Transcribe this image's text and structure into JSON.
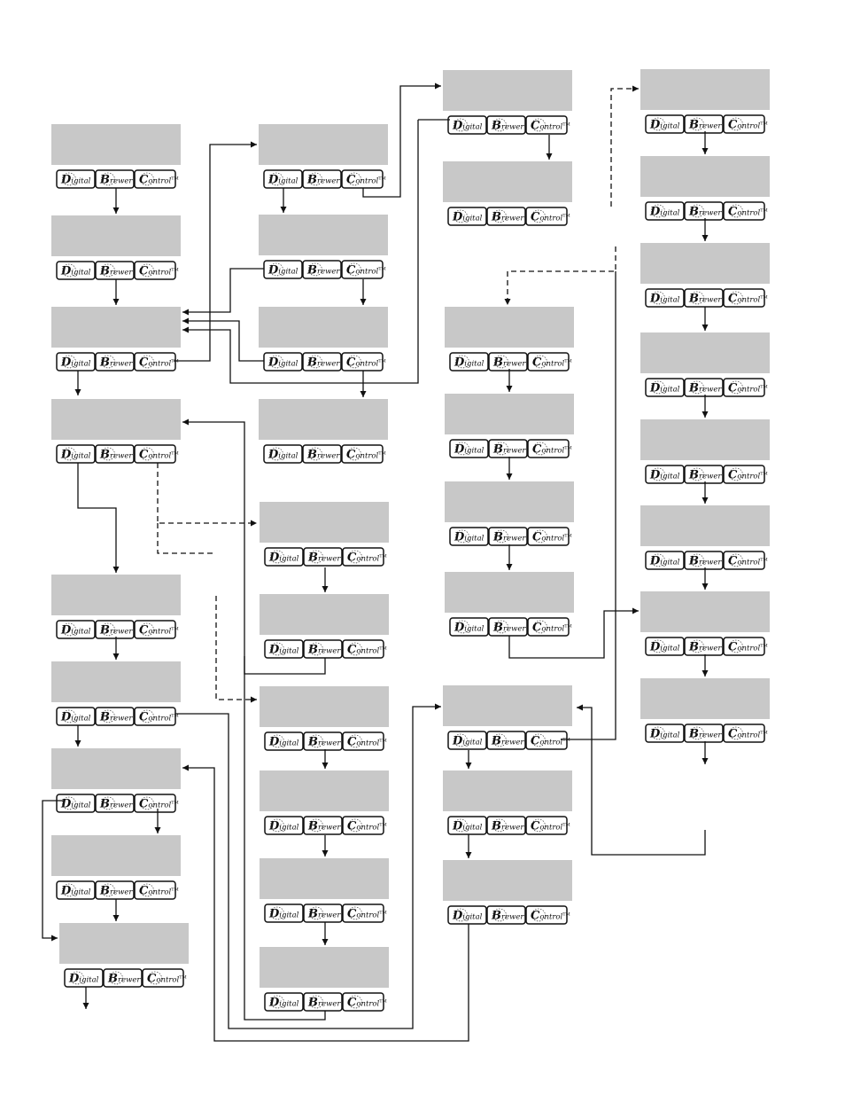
{
  "colors": {
    "screen_fill": "#c8c8c8",
    "stroke": "#111111",
    "background": "#ffffff"
  },
  "buttons": [
    {
      "cap": "D",
      "rest": "igital",
      "tm": ""
    },
    {
      "cap": "B",
      "rest": "rewer",
      "tm": ""
    },
    {
      "cap": "C",
      "rest": "ontrol",
      "tm": "TM"
    }
  ],
  "units": [
    {
      "id": "u1",
      "screen_text": ""
    },
    {
      "id": "u2",
      "screen_text": ""
    },
    {
      "id": "u3",
      "screen_text": ""
    },
    {
      "id": "u4",
      "screen_text": ""
    },
    {
      "id": "u5",
      "screen_text": ""
    },
    {
      "id": "u6",
      "screen_text": ""
    },
    {
      "id": "u7",
      "screen_text": ""
    },
    {
      "id": "u8",
      "screen_text": ""
    },
    {
      "id": "u9",
      "screen_text": ""
    },
    {
      "id": "u10",
      "screen_text": ""
    },
    {
      "id": "u11",
      "screen_text": ""
    },
    {
      "id": "u12",
      "screen_text": ""
    },
    {
      "id": "u13",
      "screen_text": ""
    },
    {
      "id": "u14",
      "screen_text": ""
    },
    {
      "id": "u15",
      "screen_text": ""
    },
    {
      "id": "u16",
      "screen_text": ""
    },
    {
      "id": "u17",
      "screen_text": ""
    },
    {
      "id": "u18",
      "screen_text": ""
    },
    {
      "id": "u19",
      "screen_text": ""
    },
    {
      "id": "u20",
      "screen_text": ""
    },
    {
      "id": "u21",
      "screen_text": ""
    },
    {
      "id": "u22",
      "screen_text": ""
    },
    {
      "id": "u23",
      "screen_text": ""
    },
    {
      "id": "u24",
      "screen_text": ""
    },
    {
      "id": "u25",
      "screen_text": ""
    },
    {
      "id": "u26",
      "screen_text": ""
    },
    {
      "id": "u27",
      "screen_text": ""
    },
    {
      "id": "u28",
      "screen_text": ""
    },
    {
      "id": "u29",
      "screen_text": ""
    },
    {
      "id": "u30",
      "screen_text": ""
    },
    {
      "id": "u31",
      "screen_text": ""
    },
    {
      "id": "u32",
      "screen_text": ""
    },
    {
      "id": "u33",
      "screen_text": ""
    },
    {
      "id": "u34",
      "screen_text": ""
    },
    {
      "id": "u35",
      "screen_text": ""
    },
    {
      "id": "u36",
      "screen_text": ""
    }
  ]
}
